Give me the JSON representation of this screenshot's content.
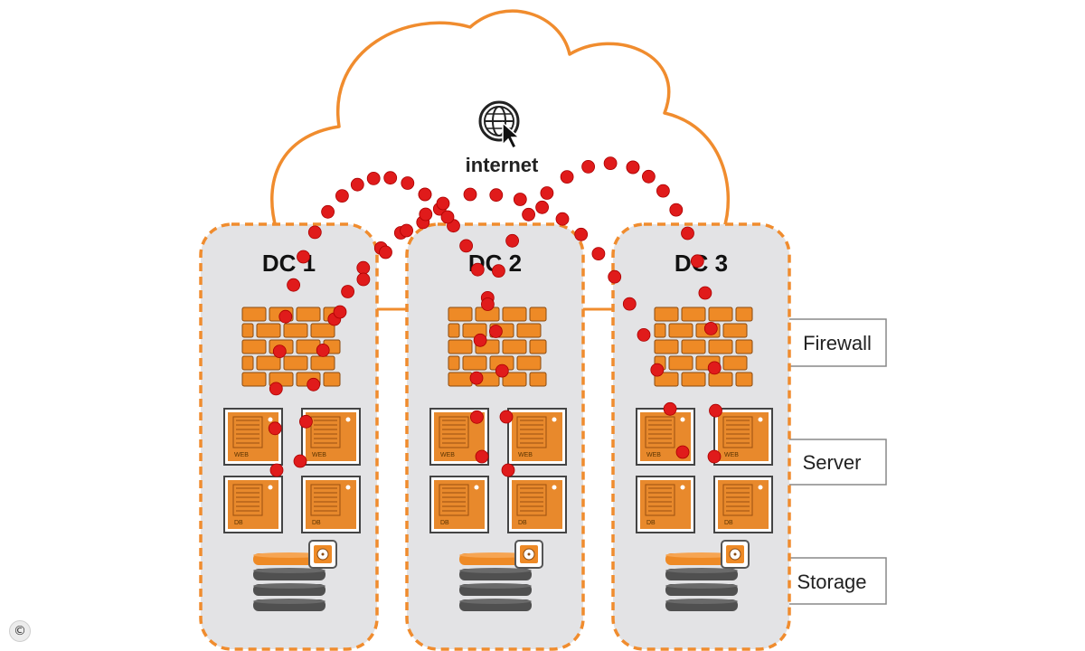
{
  "cloud_label": "internet",
  "datacenters": [
    {
      "name": "DC 1",
      "servers": [
        "WEB",
        "WEB",
        "DB",
        "DB"
      ]
    },
    {
      "name": "DC 2",
      "servers": [
        "WEB",
        "WEB",
        "DB",
        "DB"
      ]
    },
    {
      "name": "DC 3",
      "servers": [
        "WEB",
        "WEB",
        "DB",
        "DB"
      ]
    }
  ],
  "layers": [
    "Firewall",
    "Server",
    "Storage"
  ],
  "copyright_symbol": "©",
  "colors": {
    "cloud_stroke": "#f08c2e",
    "dc_border": "#f08c2e",
    "dc_fill": "#e3e3e5",
    "brick": "#ee8a26",
    "server": "#e8892c",
    "dot": "#e01b1b",
    "storage": "#505050"
  },
  "icons": [
    "globe-cursor-icon",
    "firewall-icon",
    "server-icon",
    "database-icon",
    "hard-disk-icon",
    "copyright-icon"
  ]
}
